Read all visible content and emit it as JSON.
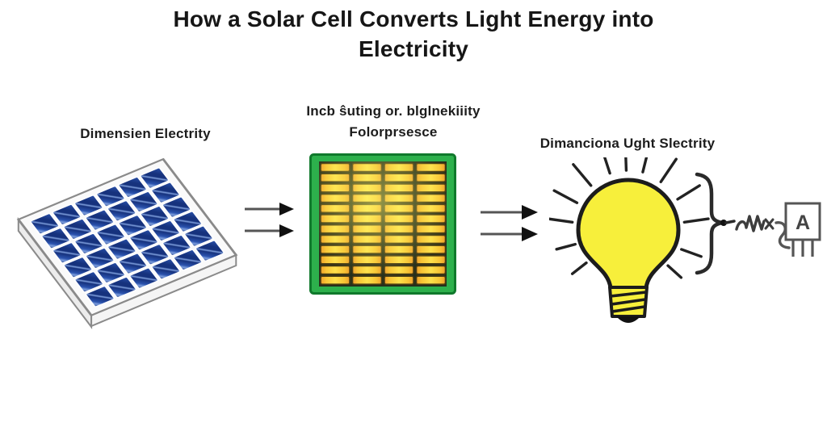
{
  "title": "How a Solar Cell Converts Light Energy into Electricity",
  "stages": {
    "panel_label": "Dimensien Electrity",
    "cell_label_line1": "Incb ŝuting or. blglnekiiity",
    "cell_label_line2": "Folorprsesce",
    "bulb_label": "Dimanciona Ught Slectrity"
  },
  "meter": {
    "letter": "A"
  },
  "solar_panel": {
    "rows": 6,
    "cols": 6
  },
  "cell_grid": {
    "rows": 12,
    "cols": 4
  },
  "colors": {
    "ink": "#161616",
    "panel_cell_navy": "#16327d",
    "panel_cell_blue": "#2a52ad",
    "panel_cell_highlight": "#7e9fdd",
    "panel_frame_white": "#fafafa",
    "panel_edge_gray": "#8a8a8a",
    "green_frame": "#2db04c",
    "green_frame_dark": "#10792c",
    "cell_inner_dark": "#262f1c",
    "bar_orange": "#ef9f2b",
    "bar_yellow": "#ffe14a",
    "bar_outline": "#4a3c12",
    "bulb_yellow": "#f7ef3b",
    "outline_black": "#1c1c1c",
    "arrow_dark": "#111111",
    "circuit_gray": "#3d3d3d"
  }
}
